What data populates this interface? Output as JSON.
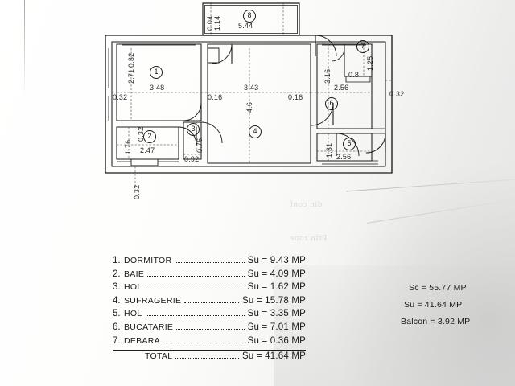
{
  "document": {
    "kind": "hand-drawn-apartment-floor-plan",
    "units": "MP",
    "bleed_through_text": [
      "din conf",
      "Prin zone"
    ]
  },
  "plan": {
    "rooms": [
      {
        "num": "1",
        "name": "Dormitor",
        "width": "3.48",
        "height": "2.71"
      },
      {
        "num": "2",
        "name": "Baie",
        "width": "2.47",
        "height": "1.76"
      },
      {
        "num": "3",
        "name": "Hol",
        "width": "0.92",
        "height": "0.76"
      },
      {
        "num": "4",
        "name": "Sufragerie",
        "width": "3.43",
        "height": "4.6"
      },
      {
        "num": "5",
        "name": "Hol",
        "width": "2.56",
        "height": "1.31"
      },
      {
        "num": "6",
        "name": "Bucatarie",
        "width": "2.56",
        "height": "3.16"
      },
      {
        "num": "7",
        "name": "Debara",
        "width": "0.8",
        "height": "1.25"
      },
      {
        "num": "8",
        "name": "Balcon",
        "width": "5.44",
        "height": "1.14"
      }
    ],
    "dimensions": {
      "r1_w": "3.48",
      "r1_h": "2.71",
      "r1_wall_tl": "0.32",
      "r1_wall_bl": "0.32",
      "r2_w": "2.47",
      "r2_h": "1.76",
      "r3_w": "0.92",
      "r3_h": "0.76",
      "r4_w": "3.43",
      "r4_h": "4.6",
      "r4_wall_l": "0.16",
      "r4_wall_r": "0.16",
      "r5_w": "2.56",
      "r5_h": "1.31",
      "r6_w": "2.56",
      "r6_h": "3.16",
      "r7_w": "0.8",
      "r7_h": "1.25",
      "r8_w": "5.44",
      "r8_h": "1.14",
      "r8_wall_l": "0.04",
      "wall_right": "0.32",
      "wall_bottom_left": "0.32"
    }
  },
  "legend": {
    "rows": [
      {
        "num": "1.",
        "name": "Dormitor",
        "value": "Su = 9.43 MP"
      },
      {
        "num": "2.",
        "name": "Baie",
        "value": "Su = 4.09 MP"
      },
      {
        "num": "3.",
        "name": "Hol",
        "value": "Su = 1.62 MP"
      },
      {
        "num": "4.",
        "name": "Sufragerie",
        "value": "Su = 15.78 MP"
      },
      {
        "num": "5.",
        "name": "Hol",
        "value": "Su = 3.35 MP"
      },
      {
        "num": "6.",
        "name": "Bucatarie",
        "value": "Su = 7.01 MP"
      },
      {
        "num": "7.",
        "name": "Debara",
        "value": "Su = 0.36 MP"
      }
    ],
    "total": {
      "label": "Total",
      "value": "Su = 41.64 MP"
    }
  },
  "summary": {
    "sc": "Sc = 55.77 MP",
    "su": "Su = 41.64 MP",
    "balcon": "Balcon = 3.92 MP"
  }
}
